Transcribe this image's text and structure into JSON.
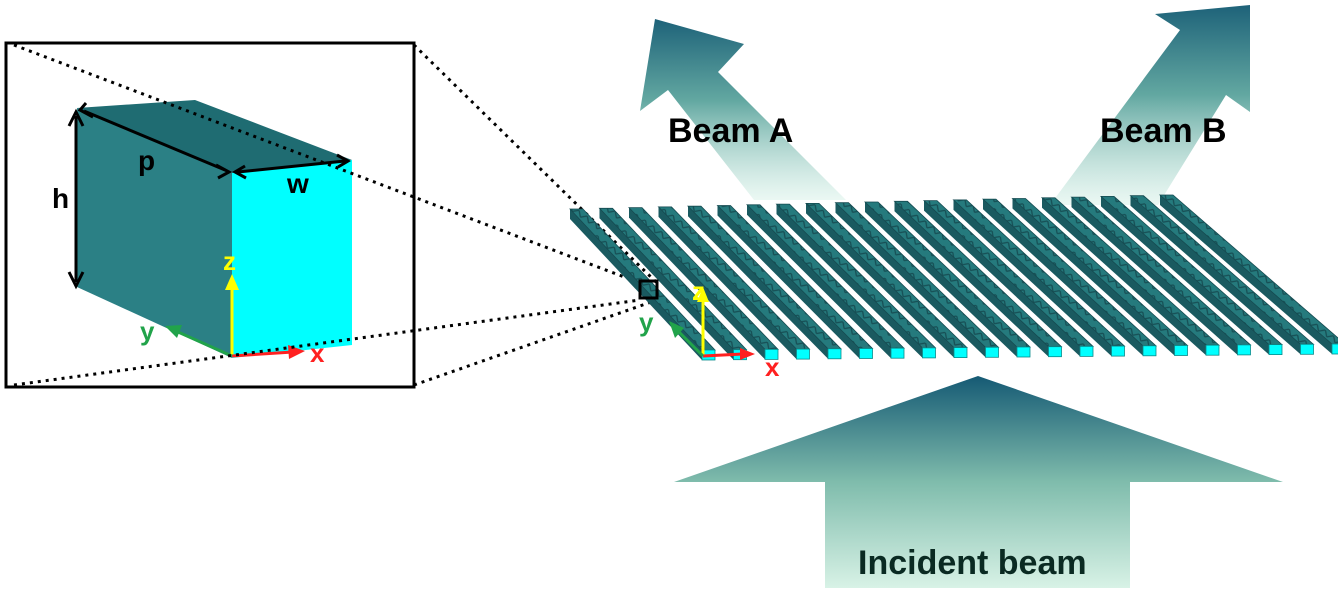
{
  "labels": {
    "beam_a": "Beam A",
    "beam_b": "Beam B",
    "incident": "Incident beam",
    "inset_h": "h",
    "inset_p": "p",
    "inset_w": "w",
    "axis_x": "x",
    "axis_y": "y",
    "axis_z": "z"
  },
  "colors": {
    "teal_dark": "#1e6b73",
    "teal_mid": "#2a7f84",
    "cyan": "#00ffff",
    "arrow_dark": "#1a6575",
    "arrow_light": "#c8ebe0",
    "axis_x": "#ff2020",
    "axis_y": "#21a34a",
    "axis_z": "#ffff00"
  },
  "icons": {
    "inset": "unit-cell-box",
    "array": "grating-array",
    "axes": "xyz-axes-icon",
    "beams": "beam-arrow-icon"
  }
}
